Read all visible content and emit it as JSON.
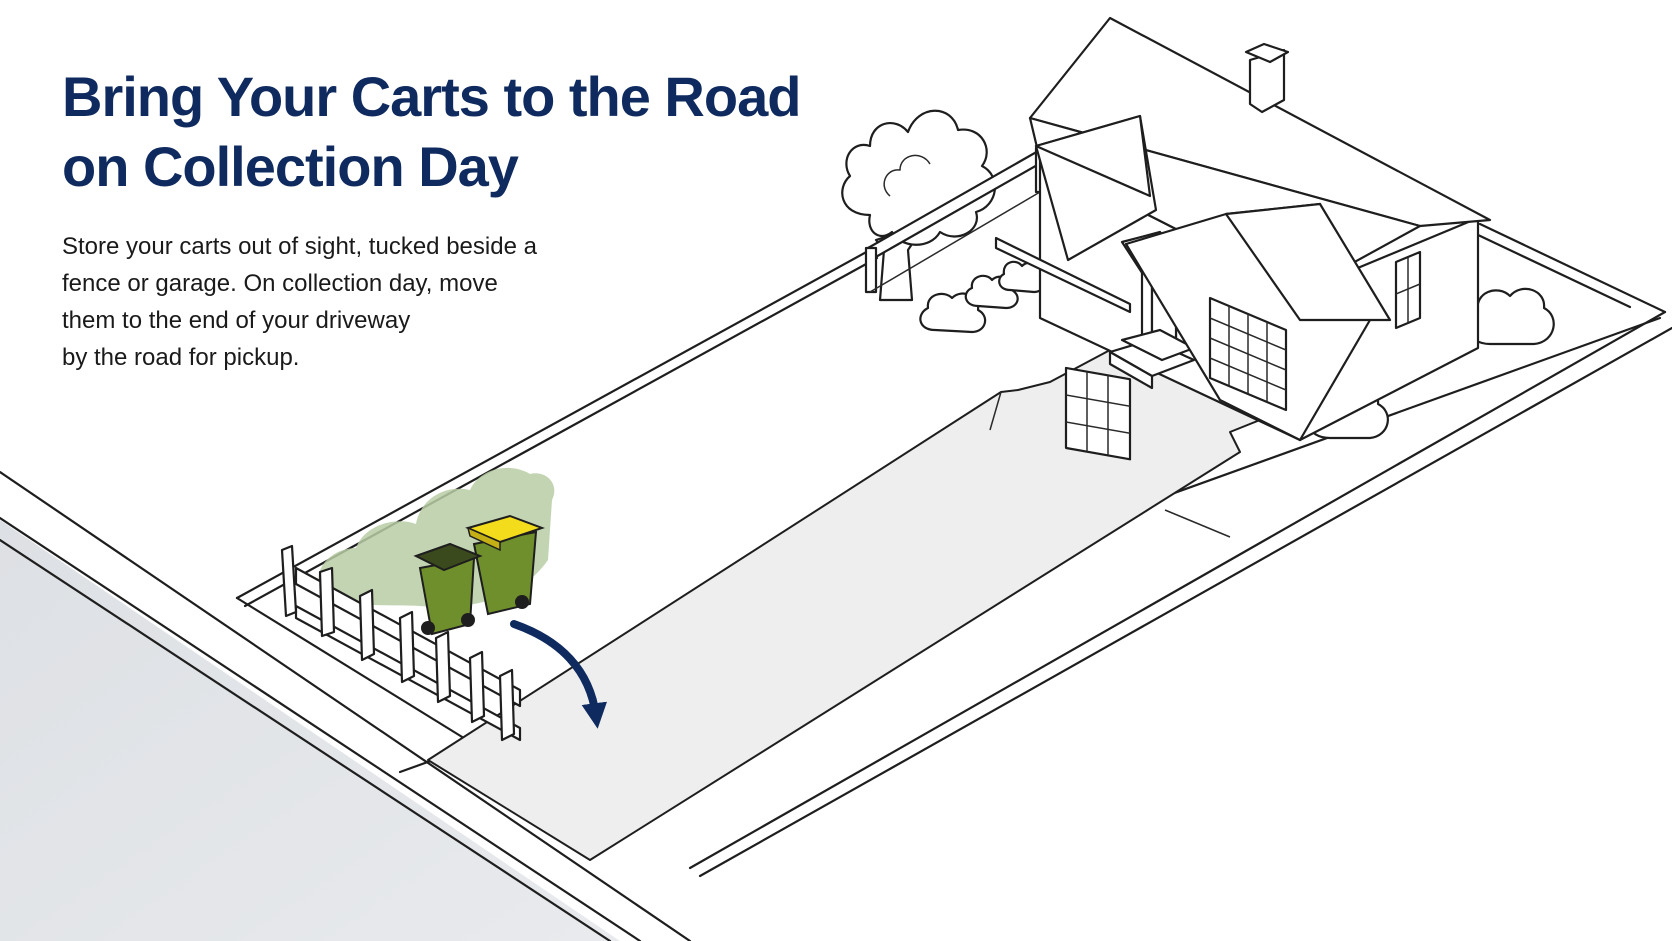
{
  "headline": {
    "line1": "Bring Your Carts to the Road",
    "line2": "on Collection Day"
  },
  "body": {
    "line1": "Store your carts out of sight, tucked beside a",
    "line2": "fence or garage. On collection day, move",
    "line3": "them to the end of your driveway",
    "line4": "by the road for pickup."
  },
  "colors": {
    "headline": "#0f2a5e",
    "arrow": "#0f2a5e",
    "cart_body": "#6f8f2c",
    "cart_lid_trash": "#3b4a1c",
    "cart_lid_recycling": "#f2dc1c",
    "hedge": "#b9cca5",
    "road": "#e2e4e7",
    "driveway": "#eeeeee"
  }
}
